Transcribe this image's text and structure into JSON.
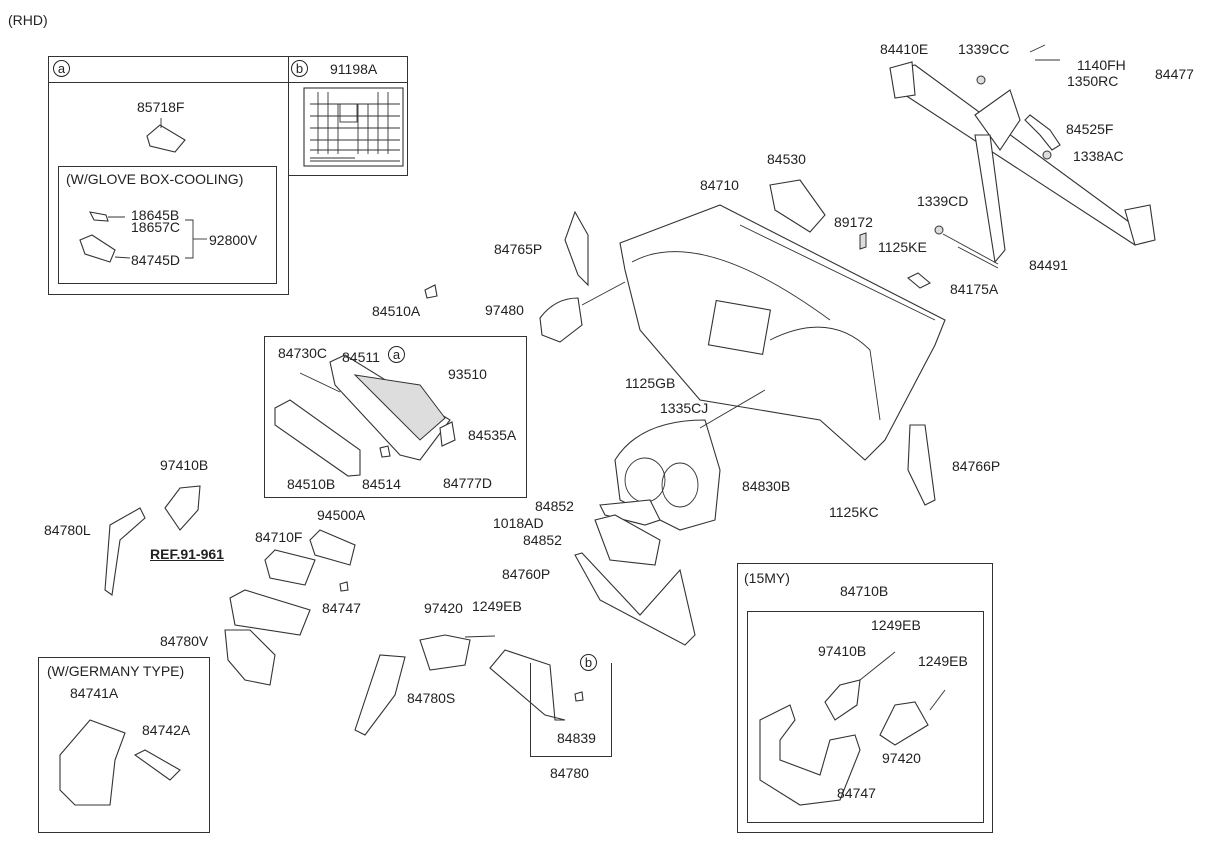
{
  "diagram": {
    "variant": "(RHD)",
    "inset_a": {
      "marker": "a",
      "part": "85718F",
      "sub_title": "(W/GLOVE BOX-COOLING)",
      "parts": [
        "18645B",
        "18657C",
        "84745D"
      ],
      "assembly": "92800V"
    },
    "inset_b": {
      "marker": "b",
      "part": "91198A"
    },
    "crossmember": {
      "main": "84410E",
      "nut_top": "1339CC",
      "bolt": "1140FH",
      "washer": "1350RC",
      "bolt_assembly": "84477",
      "bracket": "84525F",
      "nut_side": "1338AC",
      "nut_lower": "1339CD",
      "bolt_lower": "1125KE",
      "brace": "84491",
      "pad": "84175A"
    },
    "main_panel": {
      "airbag": "84530",
      "panel": "84710",
      "clip": "89172",
      "side_cover_left": "84765P",
      "vent_left": "97480",
      "screw_panel": "1125GB",
      "screw_center": "1335CJ",
      "cluster_fascia": "84830B",
      "side_cover_right": "84766P",
      "bolt_right": "1125KC"
    },
    "glove_box": {
      "assembly": "84510A",
      "marker": "a",
      "parts": {
        "stopper": "84730C",
        "housing": "84511",
        "switch": "93510",
        "damper": "84535A",
        "cover": "84510B",
        "bumper": "84514",
        "screw": "84777D"
      }
    },
    "center": {
      "vent": "97410B",
      "garnish_left": "84780L",
      "module": "94500A",
      "panel": "84710F",
      "ref": "REF.91-961",
      "clip": "84747",
      "fascia": "84780V"
    },
    "germany": {
      "title": "(W/GERMANY TYPE)",
      "parts": [
        "84741A",
        "84742A"
      ]
    },
    "column": {
      "shroud_upper": "84852",
      "screw": "1018AD",
      "shroud_lower": "84852",
      "lower_panel": "84760P",
      "vent": "97420",
      "screw_vent": "1249EB",
      "garnish": "84780S",
      "marker": "b",
      "pad_clip": "84839",
      "lower_assembly": "84780"
    },
    "my15": {
      "title": "(15MY)",
      "assembly": "84710B",
      "parts": {
        "screw_a": "1249EB",
        "vent_a": "97410B",
        "screw_b": "1249EB",
        "vent_b": "97420",
        "clip": "84747"
      }
    }
  }
}
